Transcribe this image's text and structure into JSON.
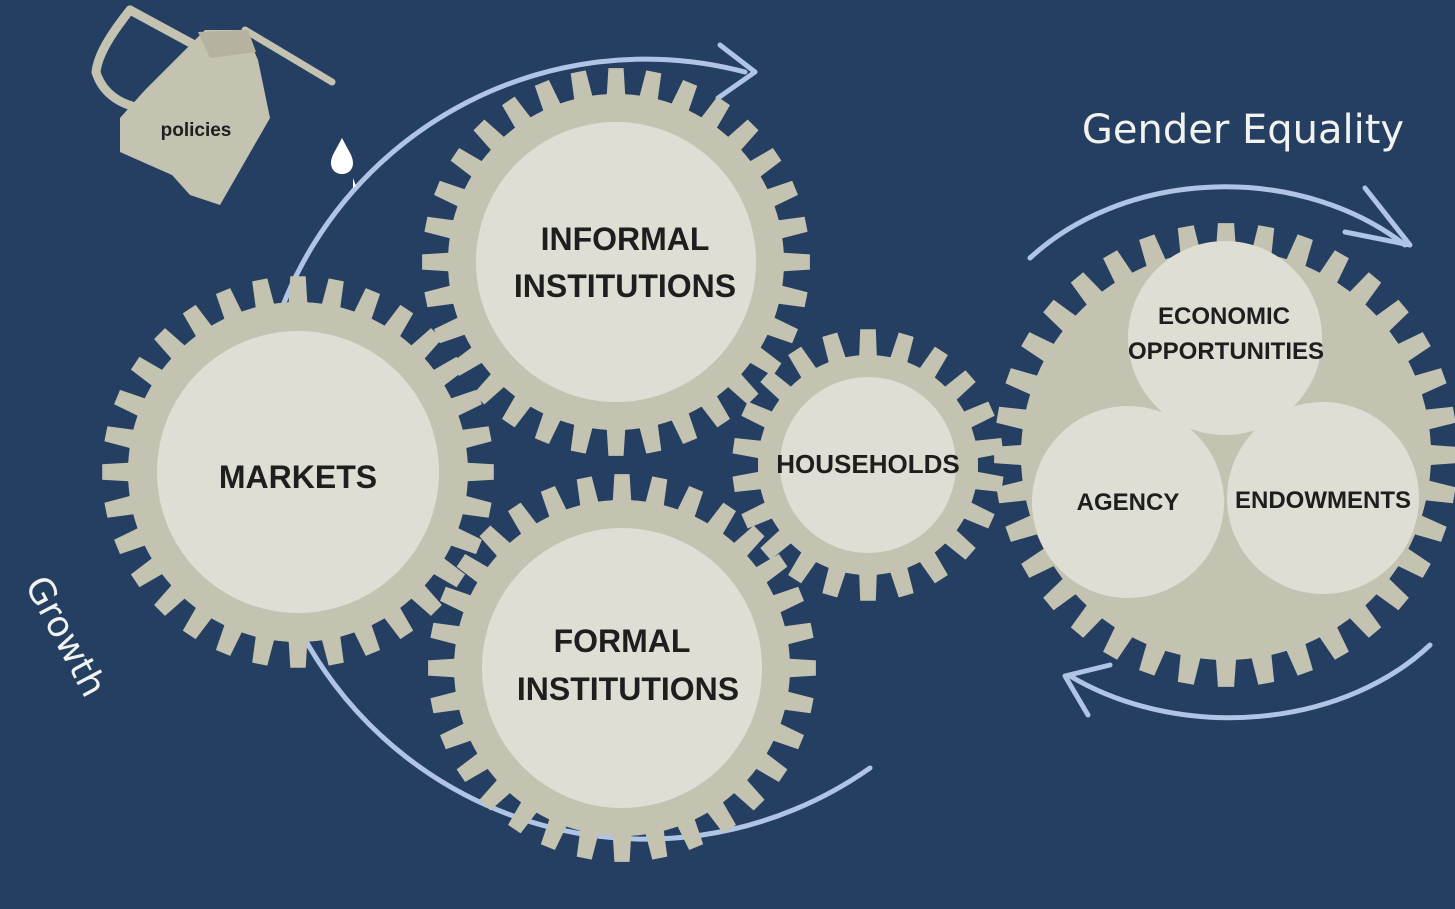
{
  "colors": {
    "background": "#243f61",
    "gear": "#c4c2b0",
    "gear_face": "#deded4",
    "arrow": "#b0c4e6",
    "text_dark": "#1e1e1e",
    "text_light": "#f2f2ee"
  },
  "cycles": {
    "growth_label": "Growth",
    "gender_label": "Gender Equality"
  },
  "oil_can": {
    "label": "policies",
    "icon": "oil-can-icon"
  },
  "gears": {
    "informal": {
      "line1": "INFORMAL",
      "line2": "INSTITUTIONS"
    },
    "markets": {
      "line1": "MARKETS"
    },
    "formal": {
      "line1": "FORMAL",
      "line2": "INSTITUTIONS"
    },
    "households": {
      "line1": "HOUSEHOLDS"
    },
    "gender": {
      "economic": {
        "line1": "ECONOMIC",
        "line2": "OPPORTUNITIES"
      },
      "agency": {
        "line1": "AGENCY"
      },
      "endowments": {
        "line1": "ENDOWMENTS"
      }
    }
  }
}
